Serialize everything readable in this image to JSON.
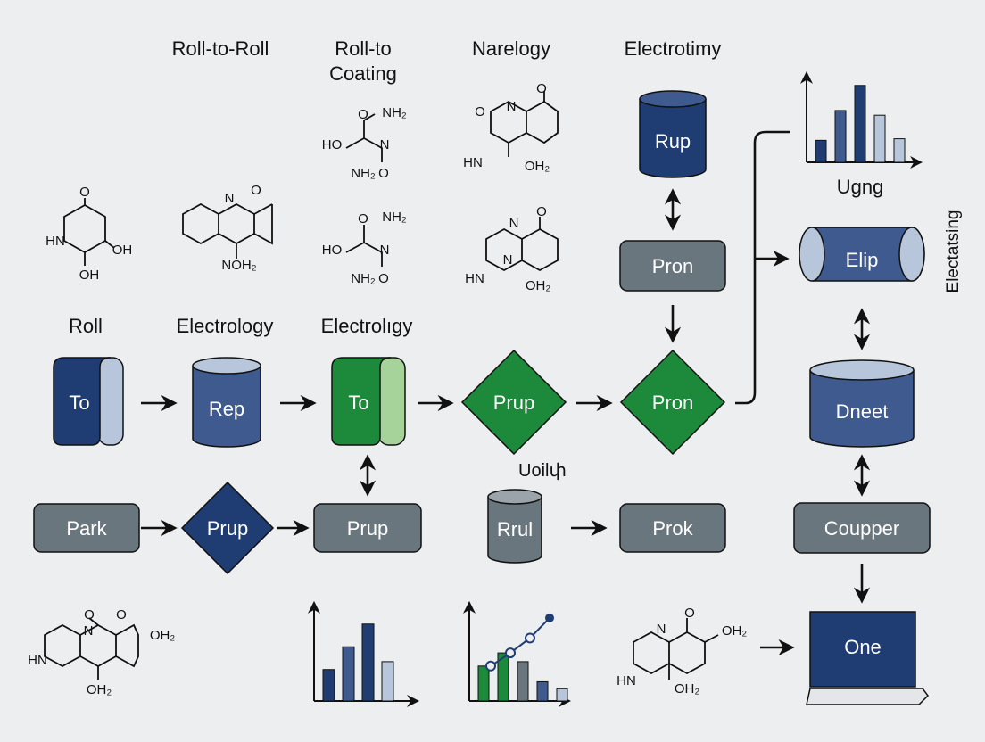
{
  "headers": {
    "roll_to_roll": "Roll-to-Roll",
    "roll_to_coating_1": "Roll-to",
    "roll_to_coating_2": "Coating",
    "narelogy": "Narelogy",
    "electrotimy": "Electrotimy",
    "roll": "Roll",
    "electrology_1": "Electrology",
    "electrology_2": "Electrolıgy",
    "ugng": "Ugng",
    "electatsing": "Electatsing",
    "uoil": "Uoilփ"
  },
  "nodes": {
    "to_scroll_blue": "To",
    "rep_cylinder": "Rep",
    "to_scroll_green": "To",
    "prup_diamond_green": "Prup",
    "pron_diamond_green": "Pron",
    "rup_cylinder": "Rup",
    "pron_box": "Pron",
    "elip_cylinder": "Elip",
    "dneet_cylinder": "Dneet",
    "park_box": "Park",
    "prup_diamond_navy": "Prup",
    "prup_box": "Prup",
    "rrul_cylinder": "Rrul",
    "prok_box": "Prok",
    "coupper_box": "Coupper",
    "one_screen": "One"
  },
  "chemistry": {
    "mol1": [
      "O",
      "HN",
      "OH",
      "OH"
    ],
    "mol2": [
      "O",
      "N",
      "NOH₂"
    ],
    "mol3": [
      "O",
      "NH₂",
      "HO",
      "N",
      "NH₂",
      "O"
    ],
    "mol4": [
      "O",
      "NH₂",
      "HO",
      "N",
      "NH₂",
      "O"
    ],
    "mol5": [
      "O",
      "N",
      "O",
      "HN",
      "OH₂"
    ],
    "mol6": [
      "O",
      "N",
      "HN",
      "N",
      "OH₂"
    ],
    "mol7": [
      "O",
      "N",
      "O",
      "OH₂",
      "HN",
      "OH₂"
    ],
    "mol8": [
      "O",
      "N",
      "OH₂",
      "HN",
      "OH₂"
    ]
  },
  "colors": {
    "navy": "#1f3d73",
    "steel_blue": "#3e5a8f",
    "green": "#1c8a3a",
    "light_green": "#a6d39a",
    "gray": "#6a767d",
    "pale_blue": "#b8c6dc",
    "background": "#eceef0"
  },
  "chart_data": [
    {
      "type": "bar",
      "title": "",
      "categories": [
        "1",
        "2",
        "3",
        "4",
        "5"
      ],
      "values": [
        28,
        66,
        98,
        60,
        30
      ],
      "colors": [
        "#1f3d73",
        "#3e5a8f",
        "#1f3d73",
        "#b8c6dc",
        "#b8c6dc"
      ],
      "xlabel": "",
      "ylabel": "",
      "ylim": [
        0,
        100
      ],
      "grid": false
    },
    {
      "type": "bar",
      "title": "",
      "categories": [
        "1",
        "2",
        "3",
        "4"
      ],
      "values": [
        36,
        62,
        88,
        45
      ],
      "colors": [
        "#1f3d73",
        "#3e5a8f",
        "#1f3d73",
        "#b8c6dc"
      ],
      "xlabel": "",
      "ylabel": "",
      "ylim": [
        0,
        100
      ],
      "grid": false
    },
    {
      "type": "bar",
      "title": "",
      "categories": [
        "1",
        "2",
        "3",
        "4",
        "5"
      ],
      "values": [
        40,
        55,
        45,
        22,
        14
      ],
      "colors": [
        "#1c8a3a",
        "#1c8a3a",
        "#6a767d",
        "#3e5a8f",
        "#b8c6dc"
      ],
      "line": {
        "x": [
          1,
          2,
          3,
          4
        ],
        "y": [
          40,
          55,
          72,
          95
        ],
        "color": "#1f3d73"
      },
      "xlabel": "",
      "ylabel": "",
      "ylim": [
        0,
        100
      ],
      "grid": false
    }
  ]
}
